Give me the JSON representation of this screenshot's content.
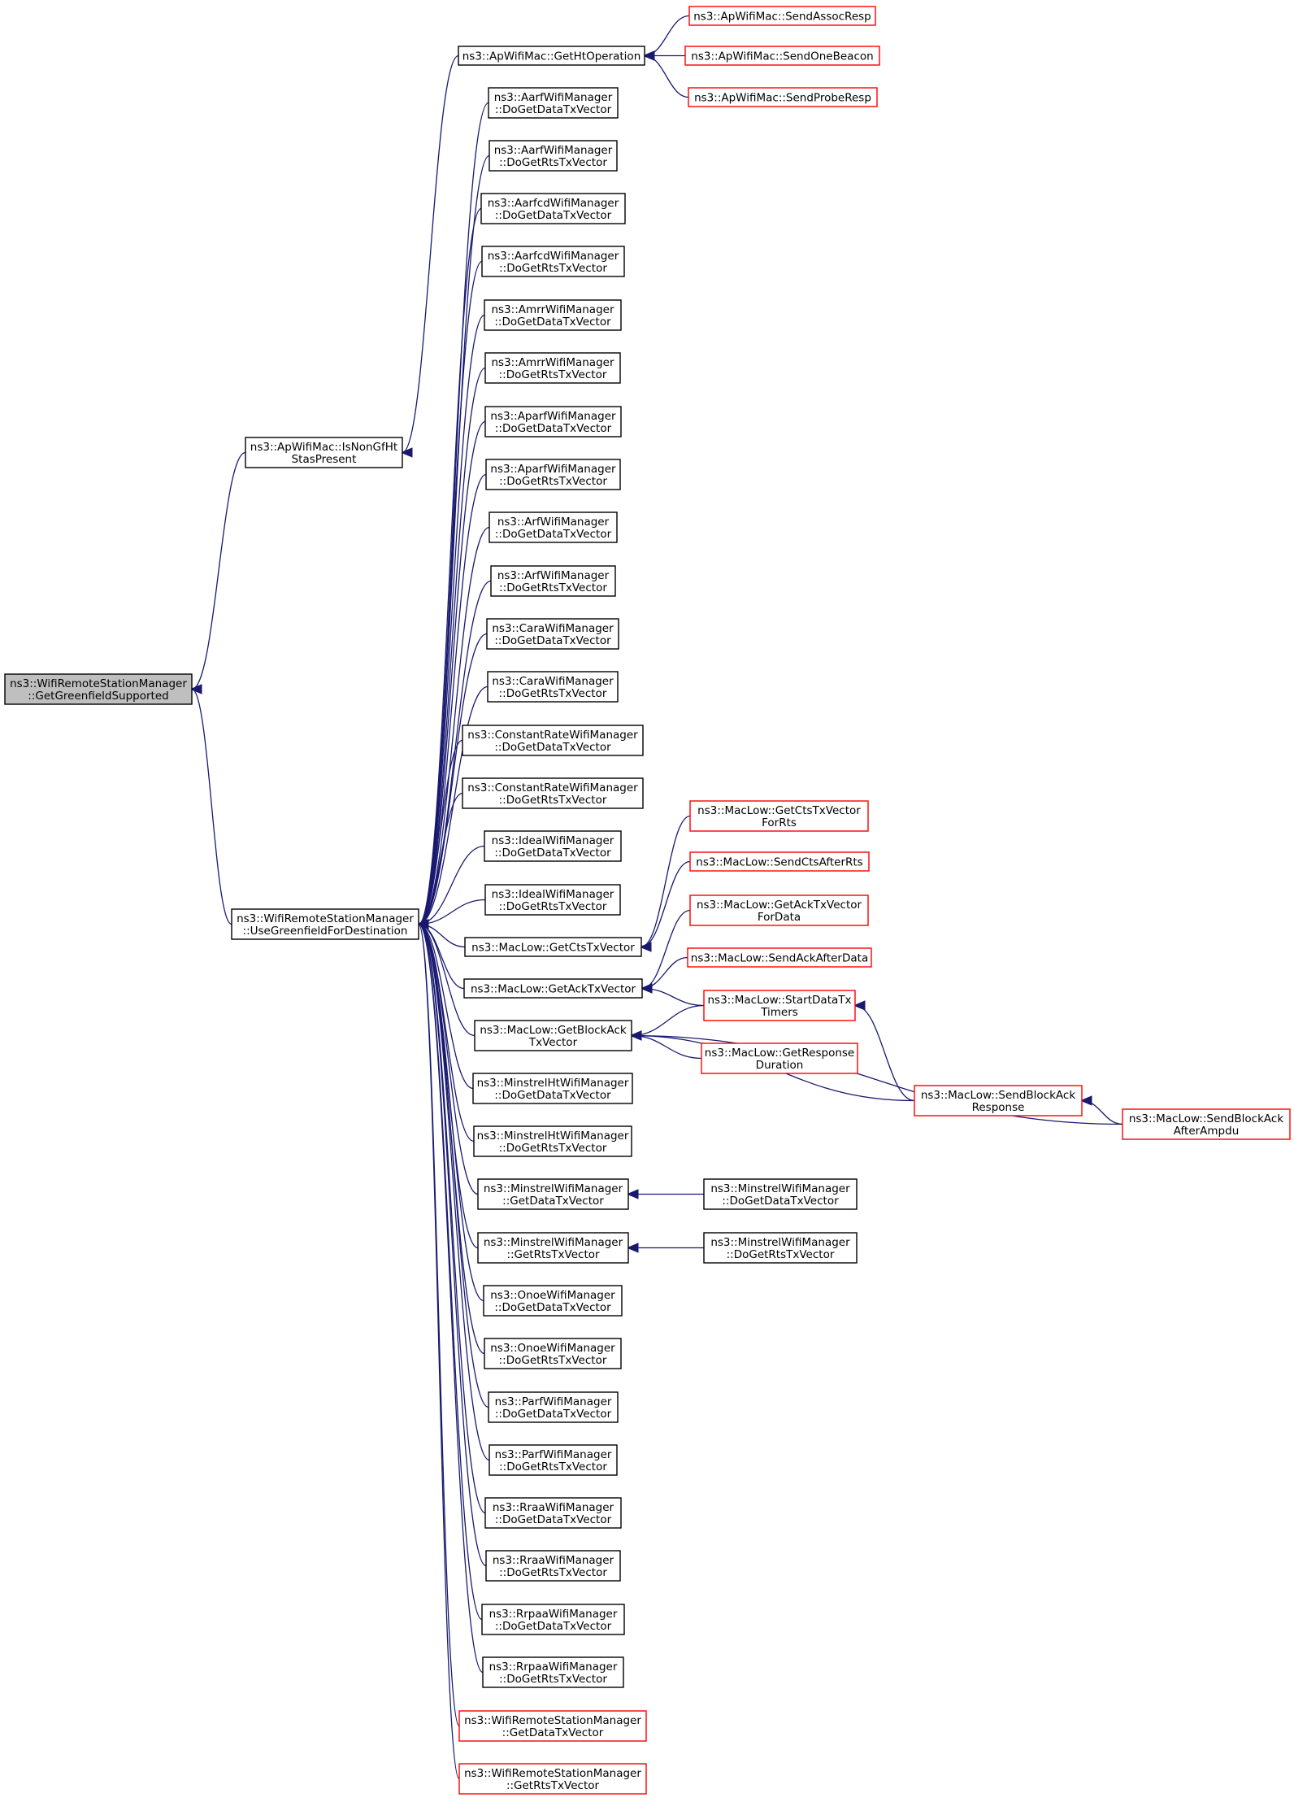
{
  "edge_color": "#191970",
  "root_fill": "#bfbfbf",
  "link_border": "#000000",
  "truncated_border": "#ff0000",
  "nodes": {
    "root": {
      "lines": [
        "ns3::WifiRemoteStationManager",
        "::GetGreenfieldSupported"
      ],
      "style": "root"
    },
    "isnongf": {
      "lines": [
        "ns3::ApWifiMac::IsNonGfHt",
        "StasPresent"
      ],
      "style": "normal"
    },
    "usegf": {
      "lines": [
        "ns3::WifiRemoteStationManager",
        "::UseGreenfieldForDestination"
      ],
      "style": "normal"
    },
    "gethtop": {
      "lines": [
        "ns3::ApWifiMac::GetHtOperation"
      ],
      "style": "normal"
    },
    "sendassoc": {
      "lines": [
        "ns3::ApWifiMac::SendAssocResp"
      ],
      "style": "red"
    },
    "sendbeacon": {
      "lines": [
        "ns3::ApWifiMac::SendOneBeacon"
      ],
      "style": "red"
    },
    "sendprobe": {
      "lines": [
        "ns3::ApWifiMac::SendProbeResp"
      ],
      "style": "red"
    },
    "aarf_data": {
      "lines": [
        "ns3::AarfWifiManager",
        "::DoGetDataTxVector"
      ],
      "style": "normal"
    },
    "aarf_rts": {
      "lines": [
        "ns3::AarfWifiManager",
        "::DoGetRtsTxVector"
      ],
      "style": "normal"
    },
    "aarfcd_data": {
      "lines": [
        "ns3::AarfcdWifiManager",
        "::DoGetDataTxVector"
      ],
      "style": "normal"
    },
    "aarfcd_rts": {
      "lines": [
        "ns3::AarfcdWifiManager",
        "::DoGetRtsTxVector"
      ],
      "style": "normal"
    },
    "amrr_data": {
      "lines": [
        "ns3::AmrrWifiManager",
        "::DoGetDataTxVector"
      ],
      "style": "normal"
    },
    "amrr_rts": {
      "lines": [
        "ns3::AmrrWifiManager",
        "::DoGetRtsTxVector"
      ],
      "style": "normal"
    },
    "aparf_data": {
      "lines": [
        "ns3::AparfWifiManager",
        "::DoGetDataTxVector"
      ],
      "style": "normal"
    },
    "aparf_rts": {
      "lines": [
        "ns3::AparfWifiManager",
        "::DoGetRtsTxVector"
      ],
      "style": "normal"
    },
    "arf_data": {
      "lines": [
        "ns3::ArfWifiManager",
        "::DoGetDataTxVector"
      ],
      "style": "normal"
    },
    "arf_rts": {
      "lines": [
        "ns3::ArfWifiManager",
        "::DoGetRtsTxVector"
      ],
      "style": "normal"
    },
    "cara_data": {
      "lines": [
        "ns3::CaraWifiManager",
        "::DoGetDataTxVector"
      ],
      "style": "normal"
    },
    "cara_rts": {
      "lines": [
        "ns3::CaraWifiManager",
        "::DoGetRtsTxVector"
      ],
      "style": "normal"
    },
    "const_data": {
      "lines": [
        "ns3::ConstantRateWifiManager",
        "::DoGetDataTxVector"
      ],
      "style": "normal"
    },
    "const_rts": {
      "lines": [
        "ns3::ConstantRateWifiManager",
        "::DoGetRtsTxVector"
      ],
      "style": "normal"
    },
    "ideal_data": {
      "lines": [
        "ns3::IdealWifiManager",
        "::DoGetDataTxVector"
      ],
      "style": "normal"
    },
    "ideal_rts": {
      "lines": [
        "ns3::IdealWifiManager",
        "::DoGetRtsTxVector"
      ],
      "style": "normal"
    },
    "getcts": {
      "lines": [
        "ns3::MacLow::GetCtsTxVector"
      ],
      "style": "normal"
    },
    "getack": {
      "lines": [
        "ns3::MacLow::GetAckTxVector"
      ],
      "style": "normal"
    },
    "getblockack": {
      "lines": [
        "ns3::MacLow::GetBlockAck",
        "TxVector"
      ],
      "style": "normal"
    },
    "mht_data": {
      "lines": [
        "ns3::MinstrelHtWifiManager",
        "::DoGetDataTxVector"
      ],
      "style": "normal"
    },
    "mht_rts": {
      "lines": [
        "ns3::MinstrelHtWifiManager",
        "::DoGetRtsTxVector"
      ],
      "style": "normal"
    },
    "m_getdata": {
      "lines": [
        "ns3::MinstrelWifiManager",
        "::GetDataTxVector"
      ],
      "style": "normal"
    },
    "m_getrts": {
      "lines": [
        "ns3::MinstrelWifiManager",
        "::GetRtsTxVector"
      ],
      "style": "normal"
    },
    "onoe_data": {
      "lines": [
        "ns3::OnoeWifiManager",
        "::DoGetDataTxVector"
      ],
      "style": "normal"
    },
    "onoe_rts": {
      "lines": [
        "ns3::OnoeWifiManager",
        "::DoGetRtsTxVector"
      ],
      "style": "normal"
    },
    "parf_data": {
      "lines": [
        "ns3::ParfWifiManager",
        "::DoGetDataTxVector"
      ],
      "style": "normal"
    },
    "parf_rts": {
      "lines": [
        "ns3::ParfWifiManager",
        "::DoGetRtsTxVector"
      ],
      "style": "normal"
    },
    "rraa_data": {
      "lines": [
        "ns3::RraaWifiManager",
        "::DoGetDataTxVector"
      ],
      "style": "normal"
    },
    "rraa_rts": {
      "lines": [
        "ns3::RraaWifiManager",
        "::DoGetRtsTxVector"
      ],
      "style": "normal"
    },
    "rrpaa_data": {
      "lines": [
        "ns3::RrpaaWifiManager",
        "::DoGetDataTxVector"
      ],
      "style": "normal"
    },
    "rrpaa_rts": {
      "lines": [
        "ns3::RrpaaWifiManager",
        "::DoGetRtsTxVector"
      ],
      "style": "normal"
    },
    "wrsm_data": {
      "lines": [
        "ns3::WifiRemoteStationManager",
        "::GetDataTxVector"
      ],
      "style": "red"
    },
    "wrsm_rts": {
      "lines": [
        "ns3::WifiRemoteStationManager",
        "::GetRtsTxVector"
      ],
      "style": "red"
    },
    "ml_getctsforrts": {
      "lines": [
        "ns3::MacLow::GetCtsTxVector",
        "ForRts"
      ],
      "style": "red"
    },
    "ml_sendcts": {
      "lines": [
        "ns3::MacLow::SendCtsAfterRts"
      ],
      "style": "red"
    },
    "ml_getackfordata": {
      "lines": [
        "ns3::MacLow::GetAckTxVector",
        "ForData"
      ],
      "style": "red"
    },
    "ml_sendack": {
      "lines": [
        "ns3::MacLow::SendAckAfterData"
      ],
      "style": "red"
    },
    "ml_startdata": {
      "lines": [
        "ns3::MacLow::StartDataTx",
        "Timers"
      ],
      "style": "red"
    },
    "ml_getresp": {
      "lines": [
        "ns3::MacLow::GetResponse",
        "Duration"
      ],
      "style": "red"
    },
    "ml_sendbaresp": {
      "lines": [
        "ns3::MacLow::SendBlockAck",
        "Response"
      ],
      "style": "red"
    },
    "ml_sendbaampdu": {
      "lines": [
        "ns3::MacLow::SendBlockAck",
        "AfterAmpdu"
      ],
      "style": "red"
    },
    "m_dodata": {
      "lines": [
        "ns3::MinstrelWifiManager",
        "::DoGetDataTxVector"
      ],
      "style": "normal"
    },
    "m_dorts": {
      "lines": [
        "ns3::MinstrelWifiManager",
        "::DoGetRtsTxVector"
      ],
      "style": "normal"
    }
  },
  "edges": [
    [
      "isnongf",
      "root"
    ],
    [
      "usegf",
      "root"
    ],
    [
      "gethtop",
      "isnongf"
    ],
    [
      "sendassoc",
      "gethtop"
    ],
    [
      "sendbeacon",
      "gethtop"
    ],
    [
      "sendprobe",
      "gethtop"
    ],
    [
      "aarf_data",
      "usegf"
    ],
    [
      "aarf_rts",
      "usegf"
    ],
    [
      "aarfcd_data",
      "usegf"
    ],
    [
      "aarfcd_rts",
      "usegf"
    ],
    [
      "amrr_data",
      "usegf"
    ],
    [
      "amrr_rts",
      "usegf"
    ],
    [
      "aparf_data",
      "usegf"
    ],
    [
      "aparf_rts",
      "usegf"
    ],
    [
      "arf_data",
      "usegf"
    ],
    [
      "arf_rts",
      "usegf"
    ],
    [
      "cara_data",
      "usegf"
    ],
    [
      "cara_rts",
      "usegf"
    ],
    [
      "const_data",
      "usegf"
    ],
    [
      "const_rts",
      "usegf"
    ],
    [
      "ideal_data",
      "usegf"
    ],
    [
      "ideal_rts",
      "usegf"
    ],
    [
      "getcts",
      "usegf"
    ],
    [
      "getack",
      "usegf"
    ],
    [
      "getblockack",
      "usegf"
    ],
    [
      "mht_data",
      "usegf"
    ],
    [
      "mht_rts",
      "usegf"
    ],
    [
      "m_getdata",
      "usegf"
    ],
    [
      "m_getrts",
      "usegf"
    ],
    [
      "onoe_data",
      "usegf"
    ],
    [
      "onoe_rts",
      "usegf"
    ],
    [
      "parf_data",
      "usegf"
    ],
    [
      "parf_rts",
      "usegf"
    ],
    [
      "rraa_data",
      "usegf"
    ],
    [
      "rraa_rts",
      "usegf"
    ],
    [
      "rrpaa_data",
      "usegf"
    ],
    [
      "rrpaa_rts",
      "usegf"
    ],
    [
      "wrsm_data",
      "usegf"
    ],
    [
      "wrsm_rts",
      "usegf"
    ],
    [
      "ml_getctsforrts",
      "getcts"
    ],
    [
      "ml_sendcts",
      "getcts"
    ],
    [
      "ml_getackfordata",
      "getack"
    ],
    [
      "ml_sendack",
      "getack"
    ],
    [
      "ml_startdata",
      "getack"
    ],
    [
      "ml_startdata",
      "getblockack"
    ],
    [
      "ml_getresp",
      "getblockack"
    ],
    [
      "ml_sendbaresp",
      "getblockack"
    ],
    [
      "ml_sendbaampdu",
      "getblockack"
    ],
    [
      "ml_sendbaresp",
      "ml_startdata"
    ],
    [
      "ml_sendbaampdu",
      "ml_sendbaresp"
    ],
    [
      "m_dodata",
      "m_getdata"
    ],
    [
      "m_dorts",
      "m_getrts"
    ]
  ]
}
